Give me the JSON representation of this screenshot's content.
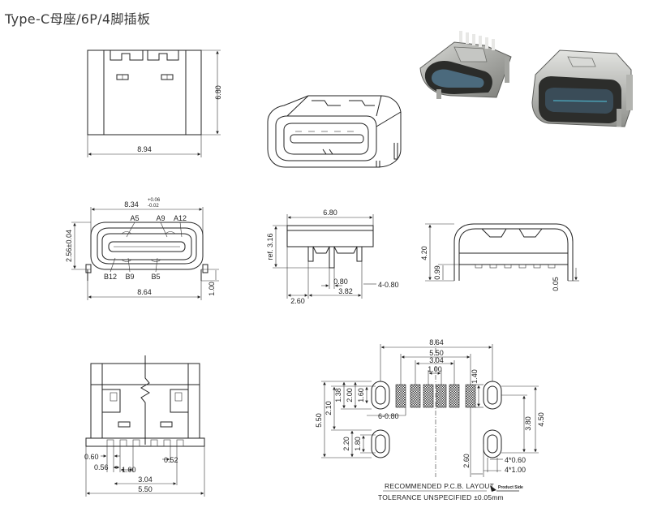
{
  "title": "Type-C母座/6P/4脚插板",
  "dims": {
    "top_height": "6.80",
    "top_width": "8.94",
    "front_width": "8.34",
    "front_tol_plus": "+0.06",
    "front_tol_minus": "-0.02",
    "front_left_h": "2.56±0.04",
    "front_pin_len": "1.00",
    "front_base": "8.64",
    "side_top": "6.80",
    "side_ref": "ref. 3.16",
    "side_080": "0.80",
    "side_260": "2.60",
    "side_382": "3.82",
    "side_4x080": "4-0.80",
    "iso_420": "4.20",
    "iso_099": "0.99",
    "iso_005": "0.05",
    "bottom_060": "0.60",
    "bottom_052": "0.52",
    "bottom_056": "0.56",
    "bottom_100": "1.00",
    "bottom_304": "3.04",
    "bottom_550": "5.50",
    "pcb_864": "8.64",
    "pcb_550": "5.50",
    "pcb_304": "3.04",
    "pcb_100": "1.00",
    "pcb_140": "1.40",
    "pcb_138": "1.38",
    "pcb_200": "2.00",
    "pcb_160": "1.60",
    "pcb_6x080": "6-0.80",
    "pcb_210": "2.10",
    "pcb_550v": "5.50",
    "pcb_220": "2.20",
    "pcb_180": "1.80",
    "pcb_380": "3.80",
    "pcb_450": "4.50",
    "pcb_260": "2.60",
    "pcb_4x060": "4*0.60",
    "pcb_4x100": "4*1.00"
  },
  "pins": {
    "a5": "A5",
    "a9": "A9",
    "a12": "A12",
    "b12": "B12",
    "b9": "B9",
    "b5": "B5"
  },
  "notes": {
    "layout": "RECOMMENDED  P.C.B. LAYOUT",
    "tolerance": "TOLERANCE  UNSPECIFIED ±0.05mm",
    "side": "Product Side"
  },
  "colors": {
    "line": "#222222",
    "metal": "#b8b9b6",
    "metal_dark": "#5e5f5c",
    "pcb_pad": "#4a4a4a"
  }
}
